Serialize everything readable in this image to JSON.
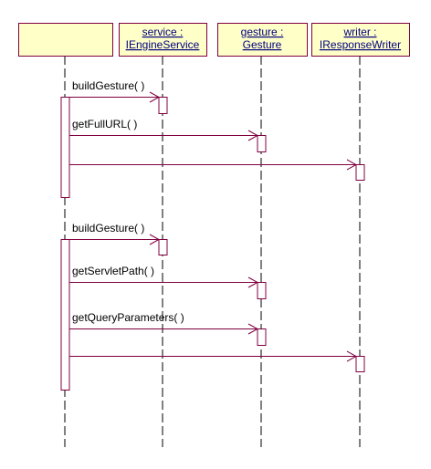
{
  "colors": {
    "object_fill": "#ffffc8",
    "object_border": "#800040",
    "object_text": "#000080",
    "message_line": "#800040",
    "lifeline": "#000000",
    "activation_fill": "#ffffff",
    "activation_border": "#800040"
  },
  "objects": [
    {
      "id": "client",
      "lines": []
    },
    {
      "id": "service",
      "lines": [
        "service :",
        "IEngineService"
      ]
    },
    {
      "id": "gesture",
      "lines": [
        "gesture :",
        "Gesture"
      ]
    },
    {
      "id": "writer",
      "lines": [
        "writer :",
        "IResponseWriter"
      ]
    }
  ],
  "messages": [
    {
      "label": "buildGesture(  )",
      "to": "service"
    },
    {
      "label": "getFullURL( )",
      "to": "gesture"
    },
    {
      "label": "",
      "to": "writer"
    },
    {
      "label": "buildGesture(  )",
      "to": "service"
    },
    {
      "label": "getServletPath( )",
      "to": "gesture"
    },
    {
      "label": "getQueryParameters( )",
      "to": "gesture"
    },
    {
      "label": "",
      "to": "writer"
    }
  ]
}
